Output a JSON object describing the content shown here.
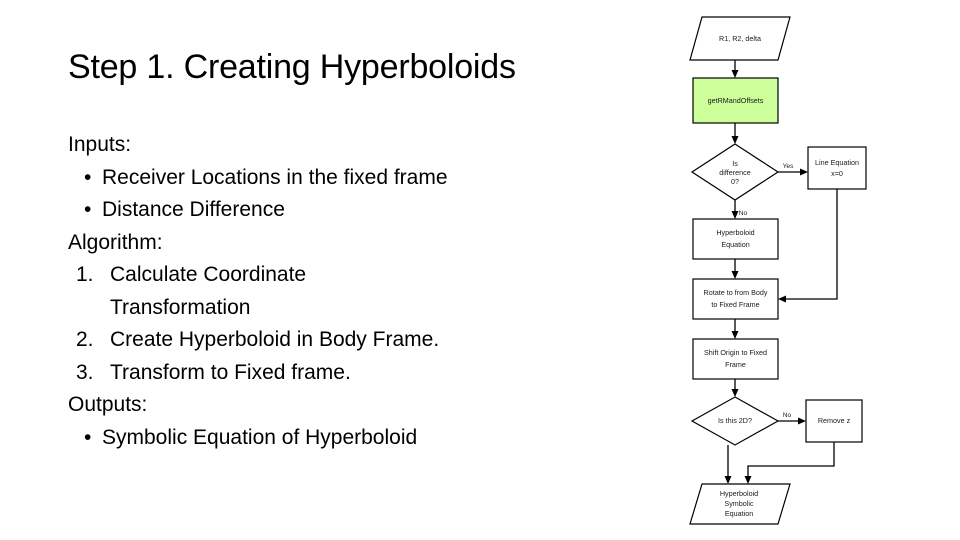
{
  "slide": {
    "title": "Step 1. Creating Hyperboloids",
    "inputs_heading": "Inputs:",
    "inputs": [
      "Receiver Locations in the fixed frame",
      "Distance Difference"
    ],
    "algorithm_heading": "Algorithm:",
    "algorithm": [
      {
        "number": "1.",
        "text": "Calculate Coordinate\nTransformation"
      },
      {
        "number": "2.",
        "text": "Create Hyperboloid in Body Frame."
      },
      {
        "number": "3.",
        "text": "Transform to Fixed frame."
      }
    ],
    "outputs_heading": "Outputs:",
    "outputs": [
      "Symbolic Equation of Hyperboloid"
    ],
    "bullet_char": "•"
  },
  "flowchart": {
    "accent_green": "#ccff99",
    "nodes": {
      "input_data": "R1, R2, delta",
      "get_rm_offsets": "getRMandOffsets",
      "is_difference_zero_line1": "Is",
      "is_difference_zero_line2": "difference",
      "is_difference_zero_line3": "0?",
      "line_equation_line1": "Line Equation",
      "line_equation_line2": "x=0",
      "hyperboloid_equation_line1": "Hyperboloid",
      "hyperboloid_equation_line2": "Equation",
      "rotate_frame_line1": "Rotate to from Body",
      "rotate_frame_line2": "to Fixed Frame",
      "shift_origin_line1": "Shift Origin to Fixed",
      "shift_origin_line2": "Frame",
      "is_2d": "Is this 2D?",
      "remove_z": "Remove z",
      "output_line1": "Hyperboloid",
      "output_line2": "Symbolic",
      "output_line3": "Equation"
    },
    "edges": {
      "yes": "Yes",
      "no_difference": "No",
      "no_2d": "No"
    }
  }
}
